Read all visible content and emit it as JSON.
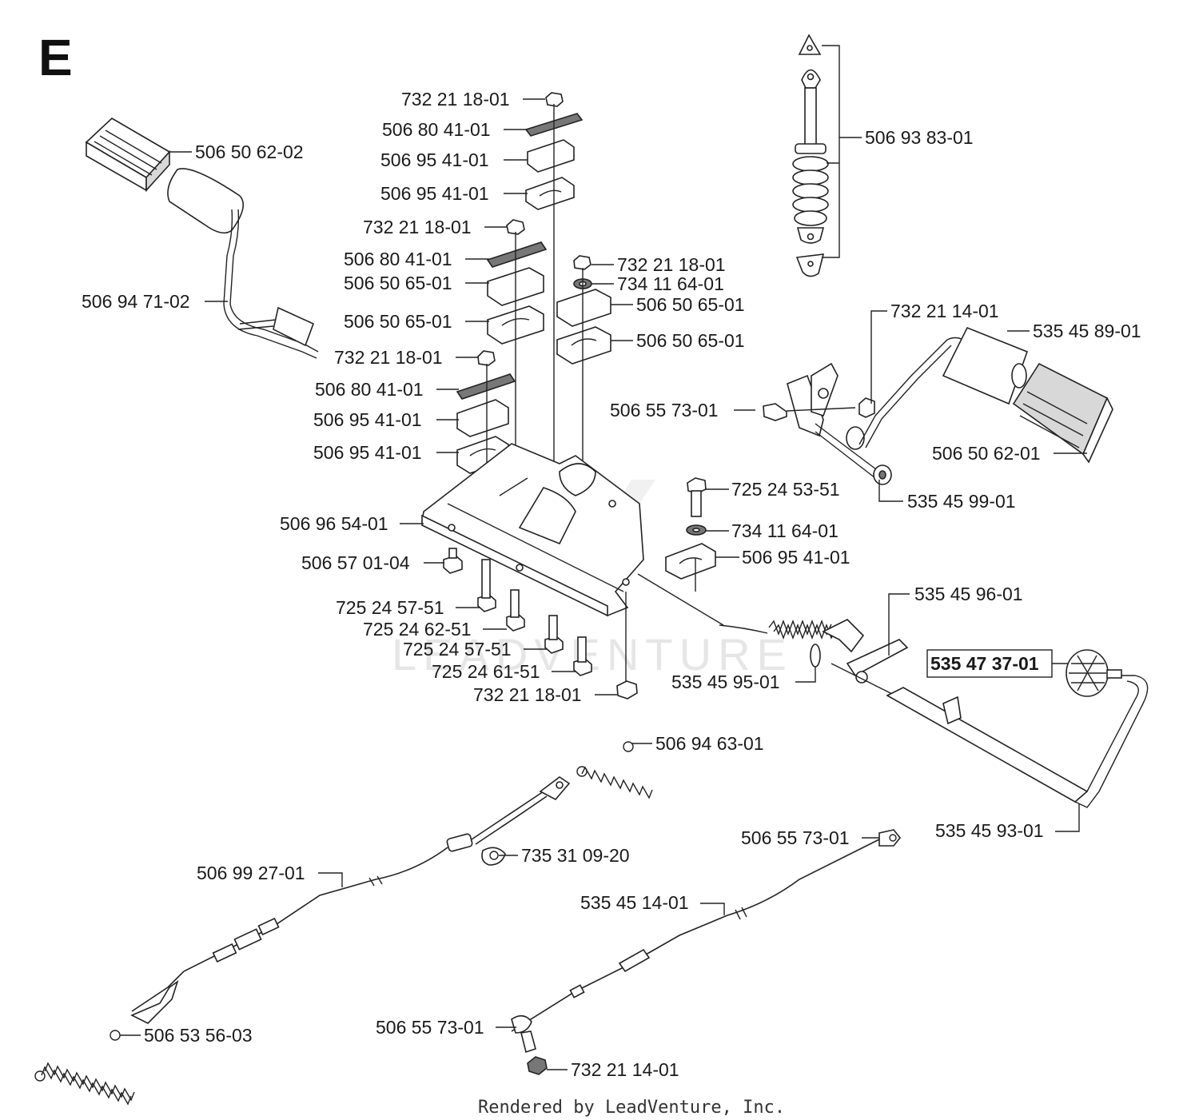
{
  "section_letter": "E",
  "watermark": "LEADVENTURE",
  "footer": "Rendered by LeadVenture, Inc.",
  "labels": {
    "l01": "732 21 18-01",
    "l02": "506 80 41-01",
    "l03": "506 95 41-01",
    "l04": "506 95 41-01",
    "l05": "732 21 18-01",
    "l06": "506 80 41-01",
    "l07": "506 50 65-01",
    "l08": "506 50 65-01",
    "l09": "732 21 18-01",
    "l10": "506 80 41-01",
    "l11": "506 95 41-01",
    "l12": "506 95 41-01",
    "l13": "732 21 18-01",
    "l14": "734 11 64-01",
    "l15": "506 50 65-01",
    "l16": "506 50 65-01",
    "l17": "506 50 62-02",
    "l18": "506 94 71-02",
    "l19": "506 93 83-01",
    "l20": "732 21 14-01",
    "l21": "535 45 89-01",
    "l22": "506 55 73-01",
    "l23": "506 50 62-01",
    "l24": "535 45 99-01",
    "l25": "725 24 53-51",
    "l26": "734 11 64-01",
    "l27": "506 95 41-01",
    "l28": "506 96 54-01",
    "l29": "506 57 01-04",
    "l30": "725 24 57-51",
    "l31": "725 24 62-51",
    "l32": "725 24 57-51",
    "l33": "725 24 61-51",
    "l34": "732 21 18-01",
    "l35": "535 45 96-01",
    "l36": "535 45 95-01",
    "l37": "535 47 37-01",
    "l38": "506 94 63-01",
    "l39": "735 31 09-20",
    "l40": "506 99 27-01",
    "l41": "506 55 73-01",
    "l42": "535 45 14-01",
    "l43": "535 45 93-01",
    "l44": "506 53 56-03",
    "l45": "506 55 73-01",
    "l46": "732 21 14-01"
  }
}
